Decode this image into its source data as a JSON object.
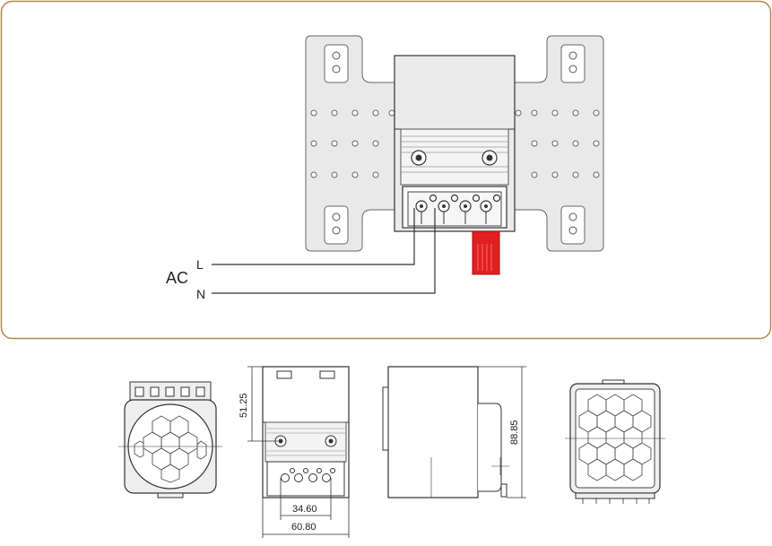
{
  "wiring": {
    "source_label": "AC",
    "line_label": "L",
    "neutral_label": "N"
  },
  "dimensions": {
    "height_connector": "51.25",
    "terminal_span": "34.60",
    "total_width": "60.80",
    "depth": "88.85"
  },
  "colors": {
    "frame_border": "#b08a4c",
    "plate_fill": "#e9e9e9",
    "plate_stroke": "#666666",
    "switch_red": "#e02020"
  }
}
